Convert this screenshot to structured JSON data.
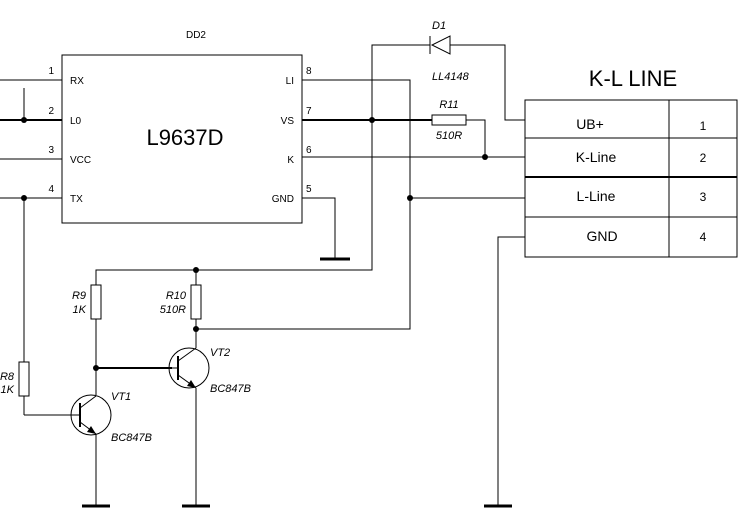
{
  "chip": {
    "ref": "DD2",
    "name": "L9637D",
    "pins_left": [
      {
        "num": "1",
        "name": "RX"
      },
      {
        "num": "2",
        "name": "L0"
      },
      {
        "num": "3",
        "name": "VCC"
      },
      {
        "num": "4",
        "name": "TX"
      }
    ],
    "pins_right": [
      {
        "num": "8",
        "name": "LI"
      },
      {
        "num": "7",
        "name": "VS"
      },
      {
        "num": "6",
        "name": "K"
      },
      {
        "num": "5",
        "name": "GND"
      }
    ]
  },
  "components": {
    "d1": {
      "ref": "D1",
      "value": "LL4148"
    },
    "r11": {
      "ref": "R11",
      "value": "510R"
    },
    "r9": {
      "ref": "R9",
      "value": "1K"
    },
    "r10": {
      "ref": "R10",
      "value": "510R"
    },
    "r8": {
      "ref": "R8",
      "value": "1K"
    },
    "vt1": {
      "ref": "VT1",
      "value": "BC847B"
    },
    "vt2": {
      "ref": "VT2",
      "value": "BC847B"
    }
  },
  "connector": {
    "title": "K-L LINE",
    "rows": [
      {
        "name": "UB+",
        "num": "1"
      },
      {
        "name": "K-Line",
        "num": "2"
      },
      {
        "name": "L-Line",
        "num": "3"
      },
      {
        "name": "GND",
        "num": "4"
      }
    ]
  }
}
